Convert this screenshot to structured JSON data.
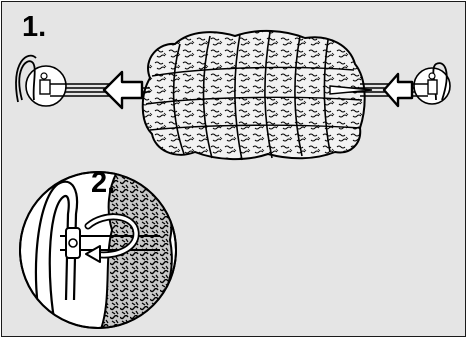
{
  "steps": {
    "one": "1.",
    "two": "2."
  },
  "colors": {
    "panel_background": "#e5e5e5",
    "ink": "#000000",
    "white": "#ffffff"
  },
  "icons": [
    "roast-meat-illustration",
    "rotisserie-spit",
    "spit-fork-left",
    "spit-fork-right",
    "arrow-left",
    "arrow-left-small",
    "magnified-detail-circle",
    "rotate-arrow"
  ]
}
